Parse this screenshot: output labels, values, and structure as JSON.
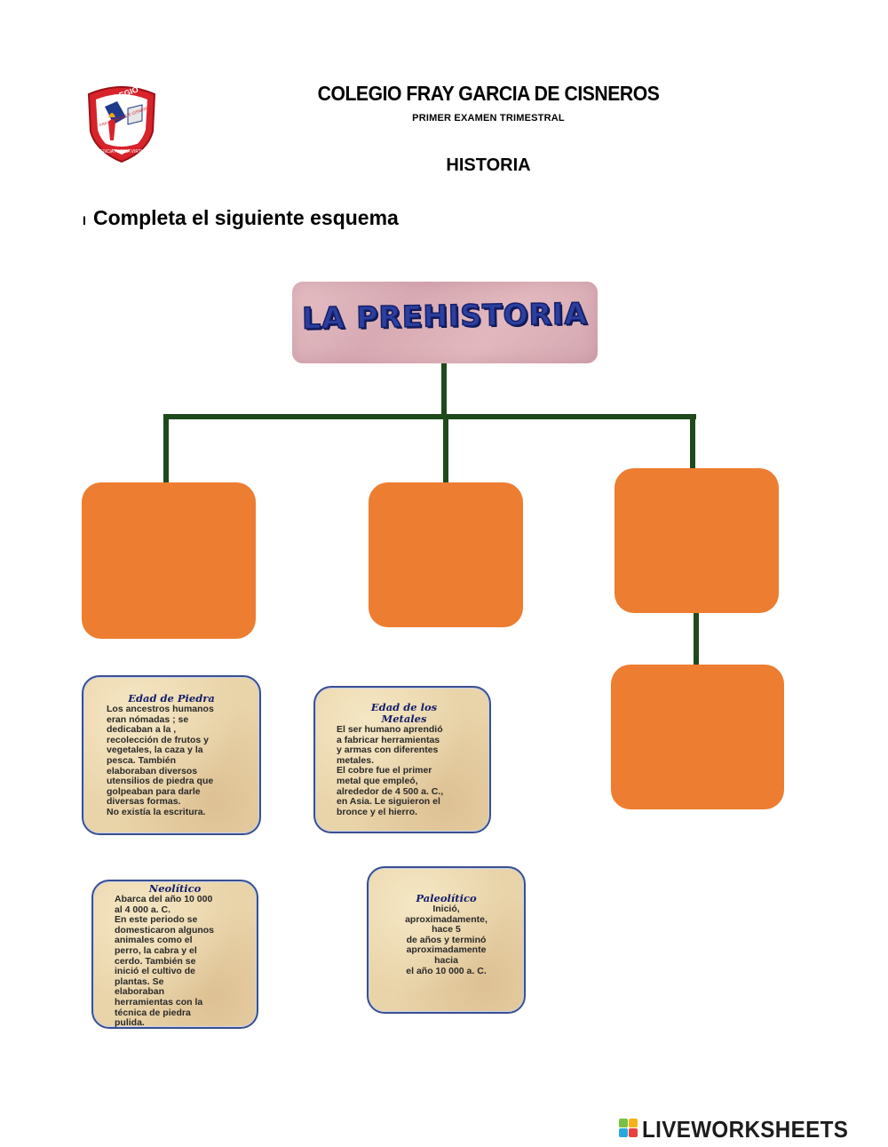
{
  "header": {
    "school_name": "COLEGIO FRAY GARCIA DE CISNEROS",
    "exam_name": "PRIMER EXAMEN TRIMESTRAL",
    "subject": "HISTORIA",
    "logo": {
      "top_text": "COLEGIO",
      "ring_text": "FRAY GARCIA DE CISNEROS",
      "motto": "CIENCIA PATRIA VIRTUD"
    }
  },
  "instruction": {
    "number": "I",
    "text": "Completa el siguiente esquema"
  },
  "diagram": {
    "root_title": "LA PREHISTORIA",
    "answer_boxes": [
      "",
      "",
      "",
      ""
    ]
  },
  "cards": [
    {
      "title": "Edad de Piedra",
      "body": "Los ancestros humanos\neran nómadas ; se\ndedicaban a la ,\nrecolección de frutos y\nvegetales,  la caza y la\npesca. También\nelaboraban diversos\nutensilios de piedra que\ngolpeaban para darle\ndiversas formas.\nNo existía la escritura."
    },
    {
      "title": "Edad de los Metales",
      "body": "El ser humano aprendió\na fabricar herramientas\ny armas con diferentes\nmetales.\nEl cobre fue el primer\nmetal que empleó,\nalrededor de 4 500 a. C.,\nen Asia. Le siguieron  el\nbronce y el hierro."
    },
    {
      "title": "Neolítico",
      "body": "Abarca del año 10 000\nal 4 000 a. C.\nEn este periodo se\ndomesticaron algunos\nanimales como el\nperro, la cabra y el\ncerdo. También se\ninició el  cultivo de\nplantas. Se\nelaboraban\nherramientas con la\ntécnica de piedra\npulida."
    },
    {
      "title": "Paleolítico",
      "body": "Inició,\naproximadamente,\nhace 5\nde años y terminó\naproximadamente\nhacia\nel año 10 000 a. C."
    }
  ],
  "footer": {
    "brand": "LIVEWORKSHEETS"
  },
  "colors": {
    "orange_box": "#ed7d31",
    "connector": "#1f4a1c",
    "banner_pink": "#dcb0b8",
    "banner_text": "#2c3f9e",
    "card_parchment": "#e9d3a8",
    "card_border": "#3a4f8e"
  }
}
